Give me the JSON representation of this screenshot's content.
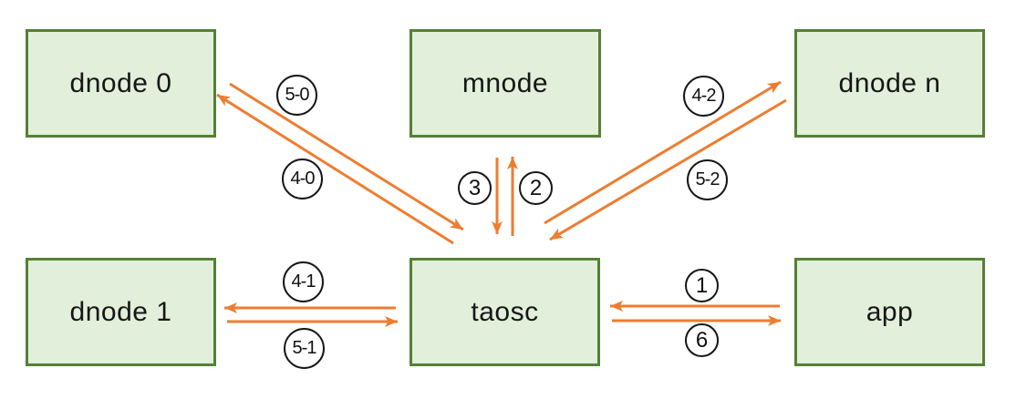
{
  "colors": {
    "background": "#FFFFFF",
    "box_fill": "#E2EFDA",
    "box_border": "#538135",
    "arrow": "#ED7D31",
    "badge_border": "#161616",
    "text": "#161616"
  },
  "nodes": [
    {
      "id": "dnode0",
      "label": "dnode 0"
    },
    {
      "id": "mnode",
      "label": "mnode"
    },
    {
      "id": "dnoden",
      "label": "dnode n"
    },
    {
      "id": "dnode1",
      "label": "dnode 1"
    },
    {
      "id": "taosc",
      "label": "taosc"
    },
    {
      "id": "app",
      "label": "app"
    }
  ],
  "edge_labels": [
    {
      "id": "5-0",
      "text": "5-0"
    },
    {
      "id": "4-0",
      "text": "4-0"
    },
    {
      "id": "3",
      "text": "3"
    },
    {
      "id": "2",
      "text": "2"
    },
    {
      "id": "4-2",
      "text": "4-2"
    },
    {
      "id": "5-2",
      "text": "5-2"
    },
    {
      "id": "4-1",
      "text": "4-1"
    },
    {
      "id": "5-1",
      "text": "5-1"
    },
    {
      "id": "1",
      "text": "1"
    },
    {
      "id": "6",
      "text": "6"
    }
  ],
  "edges": [
    {
      "from": "app",
      "to": "taosc",
      "label": "1"
    },
    {
      "from": "taosc",
      "to": "mnode",
      "label": "2"
    },
    {
      "from": "mnode",
      "to": "taosc",
      "label": "3"
    },
    {
      "from": "taosc",
      "to": "dnode 0",
      "label": "4-0"
    },
    {
      "from": "dnode 0",
      "to": "taosc",
      "label": "5-0"
    },
    {
      "from": "taosc",
      "to": "dnode 1",
      "label": "4-1"
    },
    {
      "from": "dnode 1",
      "to": "taosc",
      "label": "5-1"
    },
    {
      "from": "taosc",
      "to": "dnode n",
      "label": "4-2"
    },
    {
      "from": "dnode n",
      "to": "taosc",
      "label": "5-2"
    },
    {
      "from": "taosc",
      "to": "app",
      "label": "6"
    }
  ]
}
